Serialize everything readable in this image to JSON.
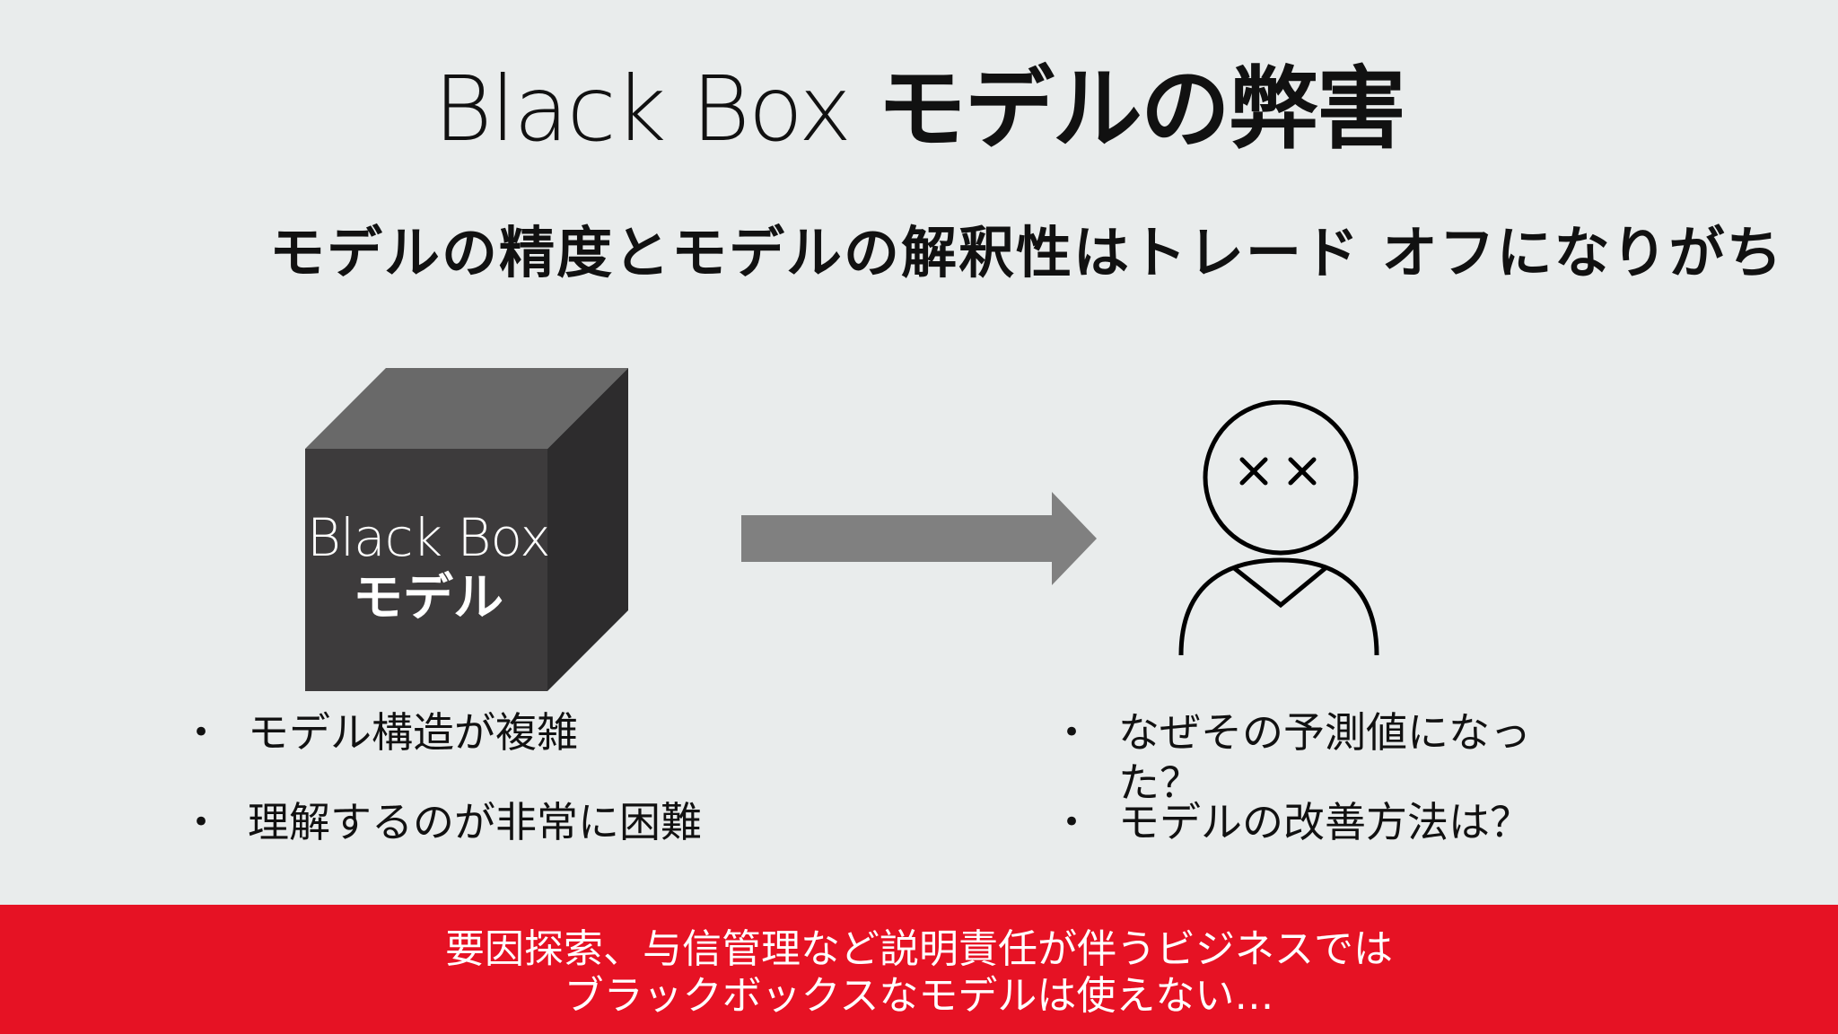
{
  "title": {
    "part1": "Black Box ",
    "part2": "モデルの弊害"
  },
  "subtitle": "モデルの精度とモデルの解釈性はトレード オフになりがち",
  "cube": {
    "line1": "Black Box",
    "line2": "モデル"
  },
  "left_bullets": [
    "モデル構造が複雑",
    "理解するのが非常に困難"
  ],
  "right_bullets": [
    "なぜその予測値になった？",
    "モデルの改善方法は？"
  ],
  "banner": {
    "line1": "要因探索、与信管理など説明責任が伴うビジネスでは",
    "line2": "ブラックボックスなモデルは使えない…"
  },
  "colors": {
    "background": "#e9ecec",
    "banner": "#e61224",
    "cube_front": "#3d3b3c",
    "cube_top": "#696969",
    "cube_side": "#2d2c2d",
    "arrow": "#808080"
  },
  "icons": {
    "cube": "black-box-cube-icon",
    "arrow": "right-arrow-icon",
    "person": "confused-person-icon"
  }
}
